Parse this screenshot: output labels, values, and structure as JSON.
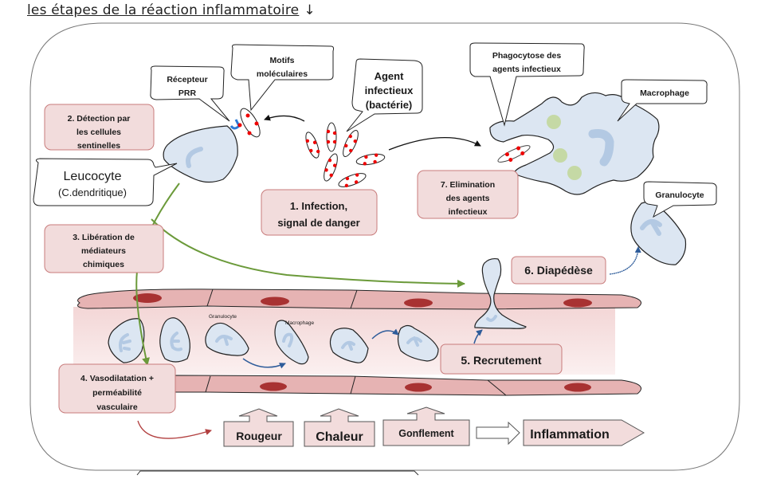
{
  "heading": {
    "title": "les étapes de la réaction inflammatoire",
    "arrow": "↓"
  },
  "colors": {
    "step_box_fill": "#f2dcdc",
    "step_box_stroke": "#c87b7b",
    "cell_fill": "#dce6f2",
    "cell_nucleus": "#b3c9e3",
    "vessel_wall": "#e6b3b3",
    "vessel_lumen": "#f7e3e3",
    "vessel_nucleus": "#a83232",
    "green_arrow": "#6b9a3a",
    "blue_arrow": "#2e5c9a",
    "red_arrow": "#b24040",
    "bacteria_dot": "#e00000",
    "granule": "#c5d9a5"
  },
  "callouts": {
    "motifs": [
      "Motifs",
      "moléculaires"
    ],
    "recepteur": [
      "Récepteur",
      "PRR"
    ],
    "agent": [
      "Agent",
      "infectieux",
      "(bactérie)"
    ],
    "phagocytose": [
      "Phagocytose des",
      "agents infectieux"
    ],
    "macrophage": "Macrophage",
    "granulocyte": "Granulocyte",
    "leucocyte": [
      "Leucocyte",
      "(C.dendritique)"
    ]
  },
  "steps": {
    "s1": [
      "1. Infection,",
      "signal de danger"
    ],
    "s2": [
      "2. Détection par",
      "les cellules",
      "sentinelles"
    ],
    "s3": [
      "3. Libération de",
      "médiateurs",
      "chimiques"
    ],
    "s4": [
      "4. Vasodilatation +",
      "perméabilité",
      "vasculaire"
    ],
    "s5": "5. Recrutement",
    "s6": "6. Diapédèse",
    "s7": [
      "7. Elimination",
      "des agents",
      "infectieux"
    ]
  },
  "vessel_labels": {
    "granulocyte": "Granulocyte",
    "macrophage": "Macrophage"
  },
  "symptoms": [
    "Rougeur",
    "Chaleur",
    "Gonflement"
  ],
  "result": "Inflammation"
}
